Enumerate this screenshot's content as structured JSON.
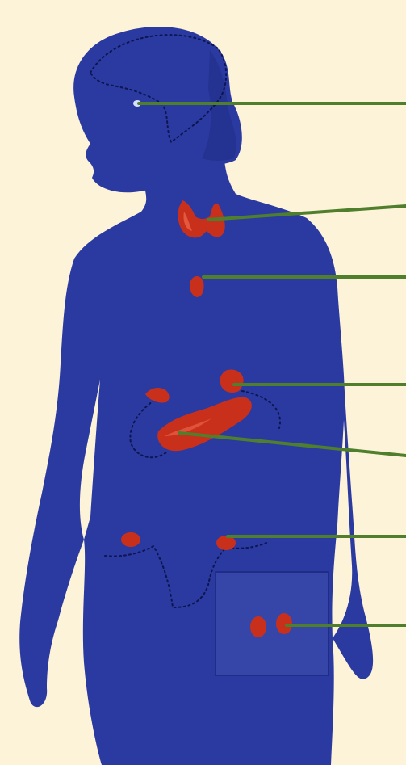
{
  "diagram": {
    "subject": "female-endocrine-system",
    "colors": {
      "background": "#fdf3d8",
      "body": "#2a3aa0",
      "body_shadow": "#1f2d86",
      "outline_dots": "#0e1550",
      "gland": "#c8301c",
      "gland_highlight": "#ef6a4e",
      "leader_line": "#4f7f2c",
      "pineal": "#d8e0ff",
      "inset_panel": "#3546a8"
    },
    "glands": [
      {
        "id": "pineal-gland"
      },
      {
        "id": "thyroid-gland"
      },
      {
        "id": "thymus-gland"
      },
      {
        "id": "adrenal-gland"
      },
      {
        "id": "pancreas"
      },
      {
        "id": "ovary"
      },
      {
        "id": "testes-inset"
      }
    ]
  }
}
